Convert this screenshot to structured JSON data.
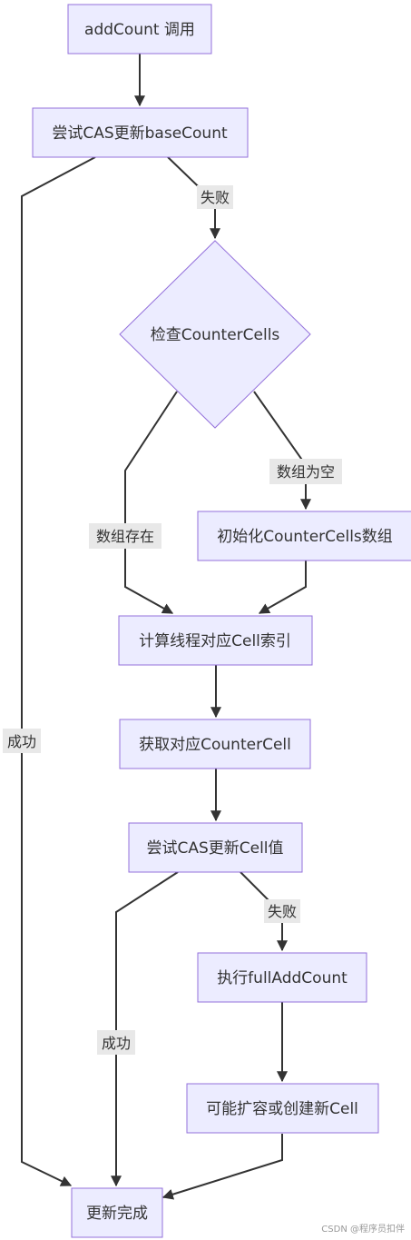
{
  "nodes": {
    "add_count": "addCount 调用",
    "try_cas_base": "尝试CAS更新baseCount",
    "check_cells": "检查CounterCells",
    "init_cells": "初始化CounterCells数组",
    "compute_index": "计算线程对应Cell索引",
    "get_cell": "获取对应CounterCell",
    "try_cas_cell": "尝试CAS更新Cell值",
    "full_add": "执行fullAddCount",
    "expand": "可能扩容或创建新Cell",
    "done": "更新完成"
  },
  "edge_labels": {
    "fail_1": "失败",
    "success_1": "成功",
    "array_empty": "数组为空",
    "array_exists": "数组存在",
    "fail_2": "失败",
    "success_2": "成功"
  },
  "watermark": "CSDN @程序员扣伴"
}
